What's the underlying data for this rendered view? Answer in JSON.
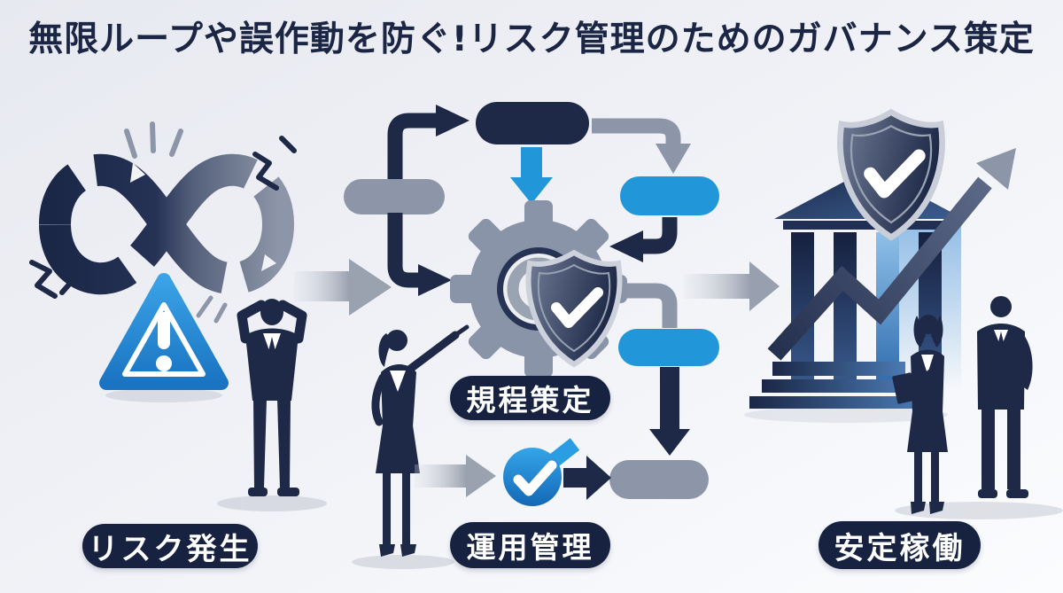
{
  "title": "無限ループや誤作動を防ぐ!リスク管理のためのガバナンス策定",
  "stages": {
    "risk": {
      "label": "リスク発生"
    },
    "regulation": {
      "label": "規程策定"
    },
    "operation": {
      "label": "運用管理"
    },
    "stable": {
      "label": "安定稼働"
    }
  },
  "icons": {
    "broken_infinity": "∞",
    "warning_triangle": "⚠",
    "gear": "⚙",
    "shield_check": "✓",
    "check_circle": "✔",
    "bank_building": "🏛",
    "growth_arrow": "↗",
    "flow_arrow": "→"
  },
  "colors": {
    "navy": "#1d2947",
    "navy_deep": "#15203f",
    "slate_gray": "#8d96a8",
    "accent_blue": "#2196d8",
    "blue_dark": "#1470bd",
    "silver": "#c9ced8",
    "background": "#eef0f5",
    "label_background": "#172140",
    "label_text": "#ffffff",
    "title_text": "#1b2544"
  }
}
